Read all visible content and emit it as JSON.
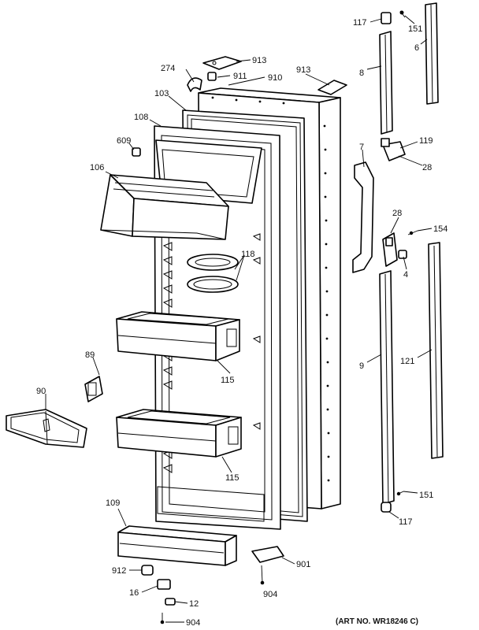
{
  "labels": {
    "l117a": "117",
    "l151a": "151",
    "l6": "6",
    "l913a": "913",
    "l274": "274",
    "l911": "911",
    "l910": "910",
    "l913b": "913",
    "l8": "8",
    "l103": "103",
    "l108": "108",
    "l609": "609",
    "l106": "106",
    "l7": "7",
    "l119": "119",
    "l28a": "28",
    "l28b": "28",
    "l154": "154",
    "l4": "4",
    "l118": "118",
    "l89": "89",
    "l90": "90",
    "l115a": "115",
    "l9": "9",
    "l121": "121",
    "l115b": "115",
    "l151b": "151",
    "l117b": "117",
    "l109": "109",
    "l901": "901",
    "l912": "912",
    "l16": "16",
    "l904a": "904",
    "l12": "12",
    "l904b": "904"
  },
  "art_number": "(ART NO. WR18246 C)"
}
